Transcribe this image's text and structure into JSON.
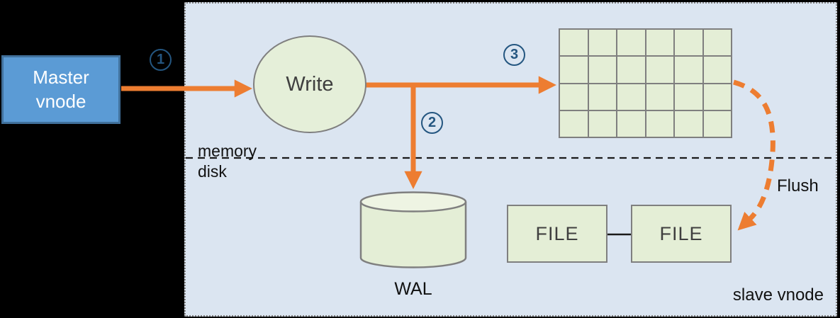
{
  "panel": {
    "label": "slave vnode"
  },
  "nodes": {
    "master": {
      "lines": [
        "Master",
        "vnode"
      ]
    },
    "write": {
      "label": "Write"
    },
    "wal": {
      "label": "WAL"
    },
    "file_left": {
      "label": "FILE"
    },
    "file_right": {
      "label": "FILE"
    }
  },
  "memtable": {
    "rows": 4,
    "columns": 6
  },
  "labels": {
    "memory": "memory",
    "disk": "disk",
    "flush": "Flush"
  },
  "steps": [
    "1",
    "2",
    "3"
  ],
  "colors": {
    "background": "#000000",
    "panel_fill": "#dbe5f1",
    "panel_border": "#808080",
    "master_fill": "#5b9bd5",
    "master_border": "#41719c",
    "node_fill_green": "#e4eed6",
    "node_border_gray": "#7f7f7f",
    "arrow_orange": "#ed7d31",
    "step_circle_blue": "#245680"
  }
}
